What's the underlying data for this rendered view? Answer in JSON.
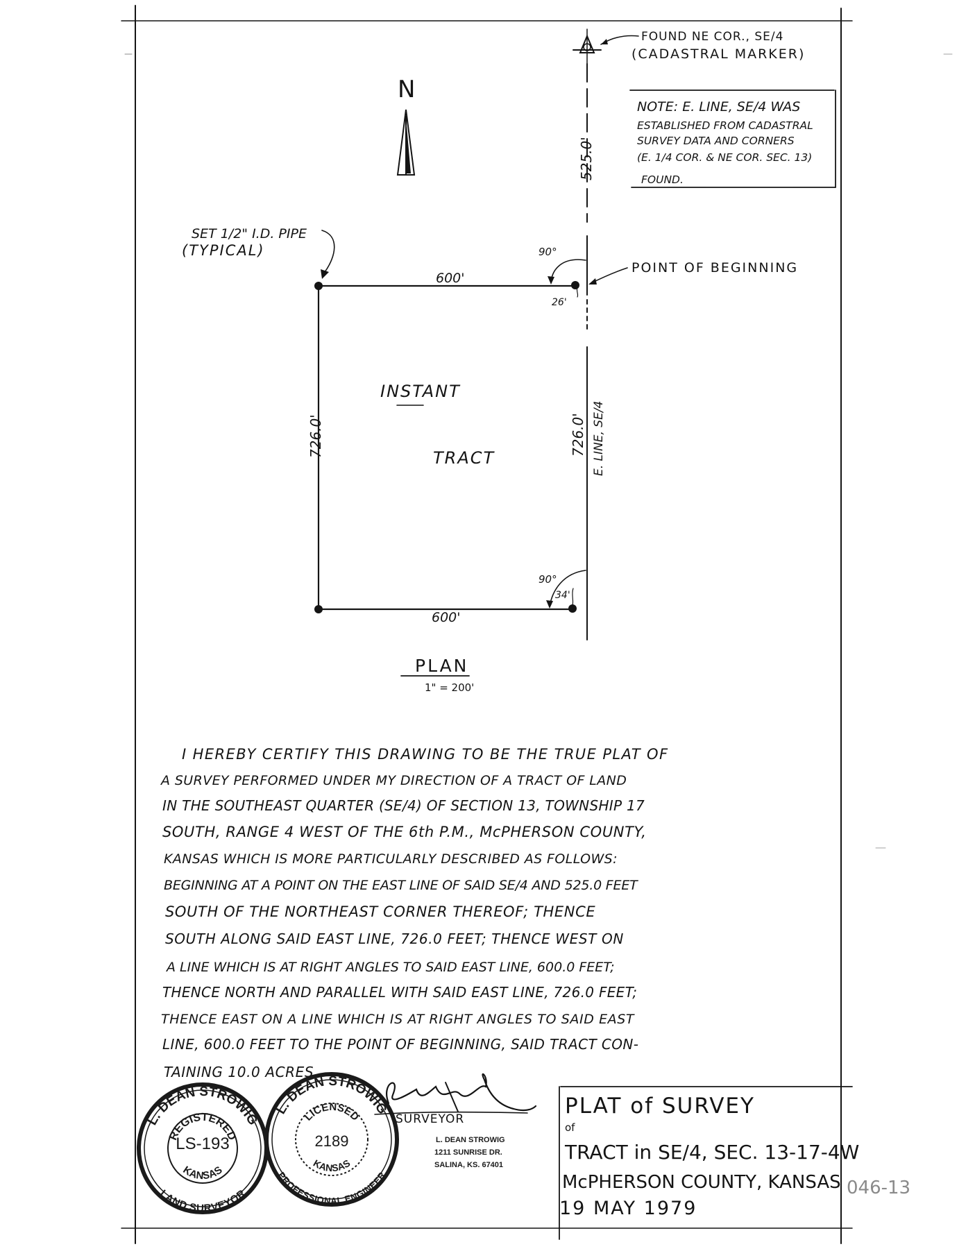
{
  "corner_marker": {
    "line1": "FOUND NE COR., SE/4",
    "line2": "(CADASTRAL MARKER)"
  },
  "north_label": "N",
  "note": {
    "lines": [
      "NOTE:  E. LINE, SE/4 WAS",
      "ESTABLISHED FROM CADASTRAL",
      "SURVEY DATA AND CORNERS",
      "(E. 1/4 COR. & NE COR. SEC. 13)",
      "FOUND."
    ]
  },
  "dimensions": {
    "north_offset": "525.0'",
    "top": "600'",
    "bottom": "600'",
    "west": "726.0'",
    "east": "726.0'",
    "east_line_label": "E. LINE, SE/4",
    "angle_top": "90°",
    "angle_bottom": "90°",
    "offset_top": "26'",
    "offset_bottom": "34'"
  },
  "pipe_note": {
    "line1": "SET 1/2\" I.D. PIPE",
    "line2": "(TYPICAL)"
  },
  "pob_label": "POINT OF BEGINNING",
  "tract_label": {
    "line1": "INSTANT",
    "line2": "TRACT"
  },
  "plan": {
    "title": "PLAN",
    "scale": "1\" = 200'"
  },
  "certification": [
    "I HEREBY CERTIFY THIS DRAWING TO BE THE TRUE PLAT OF",
    "A SURVEY PERFORMED UNDER MY DIRECTION OF A TRACT OF LAND",
    "IN THE SOUTHEAST QUARTER (SE/4) OF SECTION 13, TOWNSHIP 17",
    "SOUTH, RANGE 4 WEST OF THE 6th P.M., McPHERSON COUNTY,",
    "KANSAS WHICH IS MORE PARTICULARLY DESCRIBED AS FOLLOWS:",
    "BEGINNING AT A POINT ON THE EAST LINE OF SAID SE/4 AND 525.0 FEET",
    "SOUTH OF THE NORTHEAST CORNER THEREOF; THENCE",
    "SOUTH ALONG SAID EAST LINE, 726.0 FEET; THENCE WEST ON",
    "A LINE WHICH IS AT RIGHT ANGLES TO SAID EAST LINE, 600.0 FEET;",
    "THENCE NORTH AND PARALLEL WITH SAID EAST LINE, 726.0 FEET;",
    "THENCE EAST ON A LINE WHICH IS AT RIGHT ANGLES TO SAID EAST",
    "LINE, 600.0 FEET TO THE POINT OF BEGINNING, SAID TRACT CON-",
    "TAINING 10.0 ACRES."
  ],
  "seal_surveyor": {
    "top": "L. DEAN STROWIG",
    "inner_top": "REGISTERED",
    "number": "LS-193",
    "inner_bottom": "KANSAS",
    "bottom": "LAND SURVEYOR"
  },
  "seal_engineer": {
    "top": "L. DEAN STROWIG",
    "inner_top": "LICENSED",
    "number": "2189",
    "inner_bottom": "KANSAS",
    "bottom": "PROFESSIONAL ENGINEER"
  },
  "signature": {
    "role": "SURVEYOR",
    "name": "L. DEAN STROWIG",
    "address1": "1211 SUNRISE DR.",
    "address2": "SALINA, KS. 67401"
  },
  "title_block": {
    "line1": "PLAT of SURVEY",
    "line2": "of",
    "line3": "TRACT in SE/4, SEC. 13-17-4W",
    "line4": "McPHERSON COUNTY, KANSAS",
    "line5": "19 MAY 1979"
  },
  "file_number": "046-13"
}
